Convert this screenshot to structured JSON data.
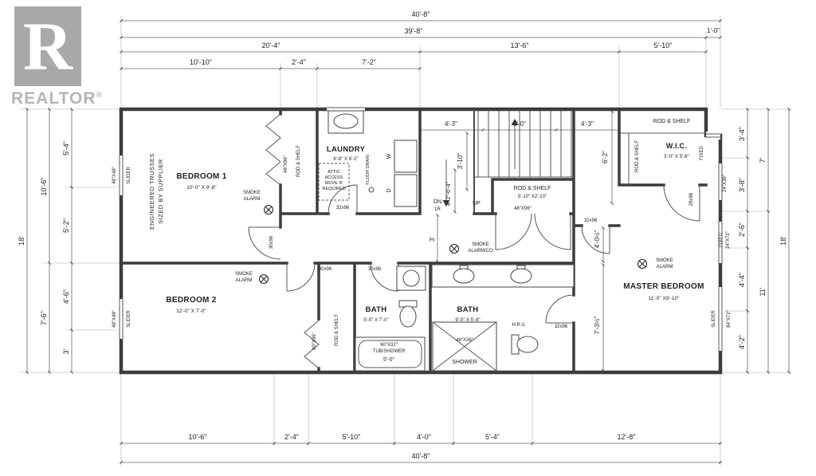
{
  "logo": {
    "letter": "R",
    "brand": "REALTOR",
    "registered": "®"
  },
  "dims_top": {
    "total": "40'-8\"",
    "r2a": "39'-8\"",
    "r2b": "1'-0\"",
    "r3a": "20'-4\"",
    "r3b": "13'-6\"",
    "r3c": "5'-10\"",
    "r4a": "10'-10\"",
    "r4b": "2'-4\"",
    "r4c": "7'-2\""
  },
  "dims_left": {
    "total": "18'",
    "c2a": "10'-6\"",
    "c2b": "7'-6\"",
    "c3a": "5'-4\"",
    "c3b": "5'-2\"",
    "c3c": "4'-6\"",
    "c3d": "3'"
  },
  "dims_right": {
    "c1a": "3'-4\"",
    "c1b": "3'-8\"",
    "c1c": "2'-6\"",
    "c1d": "4'-4\"",
    "c1e": "4'-2\"",
    "c2a": "7'",
    "c2b": "11'",
    "total": "18'"
  },
  "dims_bottom": {
    "r1a": "10'-6\"",
    "r1b": "2'-4\"",
    "r1c": "5'-10\"",
    "r1d": "4'-0\"",
    "r1e": "5'-4\"",
    "r1f": "12'-8\"",
    "total": "40'-8\""
  },
  "dims_stair": {
    "a": "4'-3\"",
    "b": "5'-0\"",
    "c": "4'-3\"",
    "d": "3'-10\"",
    "e": "4'-2\"-6'-4\"",
    "f": "6'-2\""
  },
  "dims_interior": {
    "hall": "3'",
    "master_a": "4'-0½\"",
    "master_b": "7'-3½\""
  },
  "rooms": {
    "bedroom1": {
      "name": "BEDROOM 1",
      "size": "10'-0\" X 9'-8\""
    },
    "bedroom2": {
      "name": "BEDROOM 2",
      "size": "12'-0\" X 7'-0\""
    },
    "master": {
      "name": "MASTER BEDROOM",
      "size": "11'-0\" X9'-10\""
    },
    "laundry": {
      "name": "LAUNDRY",
      "size": "6'-8\" X 6'-2\""
    },
    "wic": {
      "name": "W.I.C.",
      "size": "5'-0\" X 5'-8\""
    },
    "bath1": {
      "name": "BATH",
      "size": "5'-0\" X 7'-0\""
    },
    "bath2": {
      "name": "BATH",
      "size": "9'-0\" X 5'-8\""
    }
  },
  "closets": {
    "rod_shelf": "ROD & SHELF",
    "hall_size": "5'-10\" X2'-10\""
  },
  "stairs": {
    "dn": "DN",
    "up": "UP",
    "riser": "1R"
  },
  "notes": {
    "trusses_1": "ENGINEERED TRUSSES",
    "trusses_2": "SIZED BY SUPPLIER",
    "attic_1": "ATTIC",
    "attic_2": "ACCESS",
    "attic_3": "MOVE IF",
    "attic_4": "REQUIRED",
    "floor_drain": "FLOOR DRAIN",
    "smoke_1": "SMOKE",
    "smoke_2": "ALARM",
    "smoke_co": "ALARM/CO",
    "hrv": "H.R.V.",
    "washer": "W",
    "dryer": "D"
  },
  "fixtures": {
    "tub_1": "60\"X32\"",
    "tub_2": "TUB/SHOWER",
    "tub_3": "5'-0\"",
    "shower_1": "48\"X36\"",
    "shower_2": "SHOWER"
  },
  "openings": {
    "win_48x48": "48\"X48\"",
    "slider": "SLIDER",
    "door_48x96": "48\"X96\"",
    "door_32x96": "32x96",
    "door_30x96": "30x96",
    "door_40x96": "40\"X96\"",
    "door_28x96": "28x96",
    "win_24x36": "24\"X36\"",
    "win_24x72": "24\"X72\"",
    "win_84x72": "84\"X72\"",
    "fixed": "FIXED"
  }
}
